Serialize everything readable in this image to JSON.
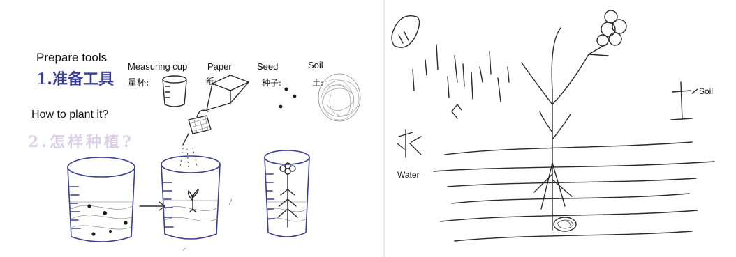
{
  "left": {
    "prepare_tools": "Prepare tools",
    "prepare_tools_cn": "1.准备工具",
    "how_to_plant": "How to plant it?",
    "how_to_plant_cn": "2.怎样种植?",
    "tools": [
      {
        "label": "Measuring cup",
        "cn": "量杯:"
      },
      {
        "label": "Paper",
        "cn": "纸:"
      },
      {
        "label": "Seed",
        "cn": "种子:"
      },
      {
        "label": "Soil",
        "cn": "土:"
      }
    ]
  },
  "right": {
    "soil_label": "Soil",
    "soil_cn": "土",
    "water_label": "Water",
    "water_cn": "水"
  }
}
